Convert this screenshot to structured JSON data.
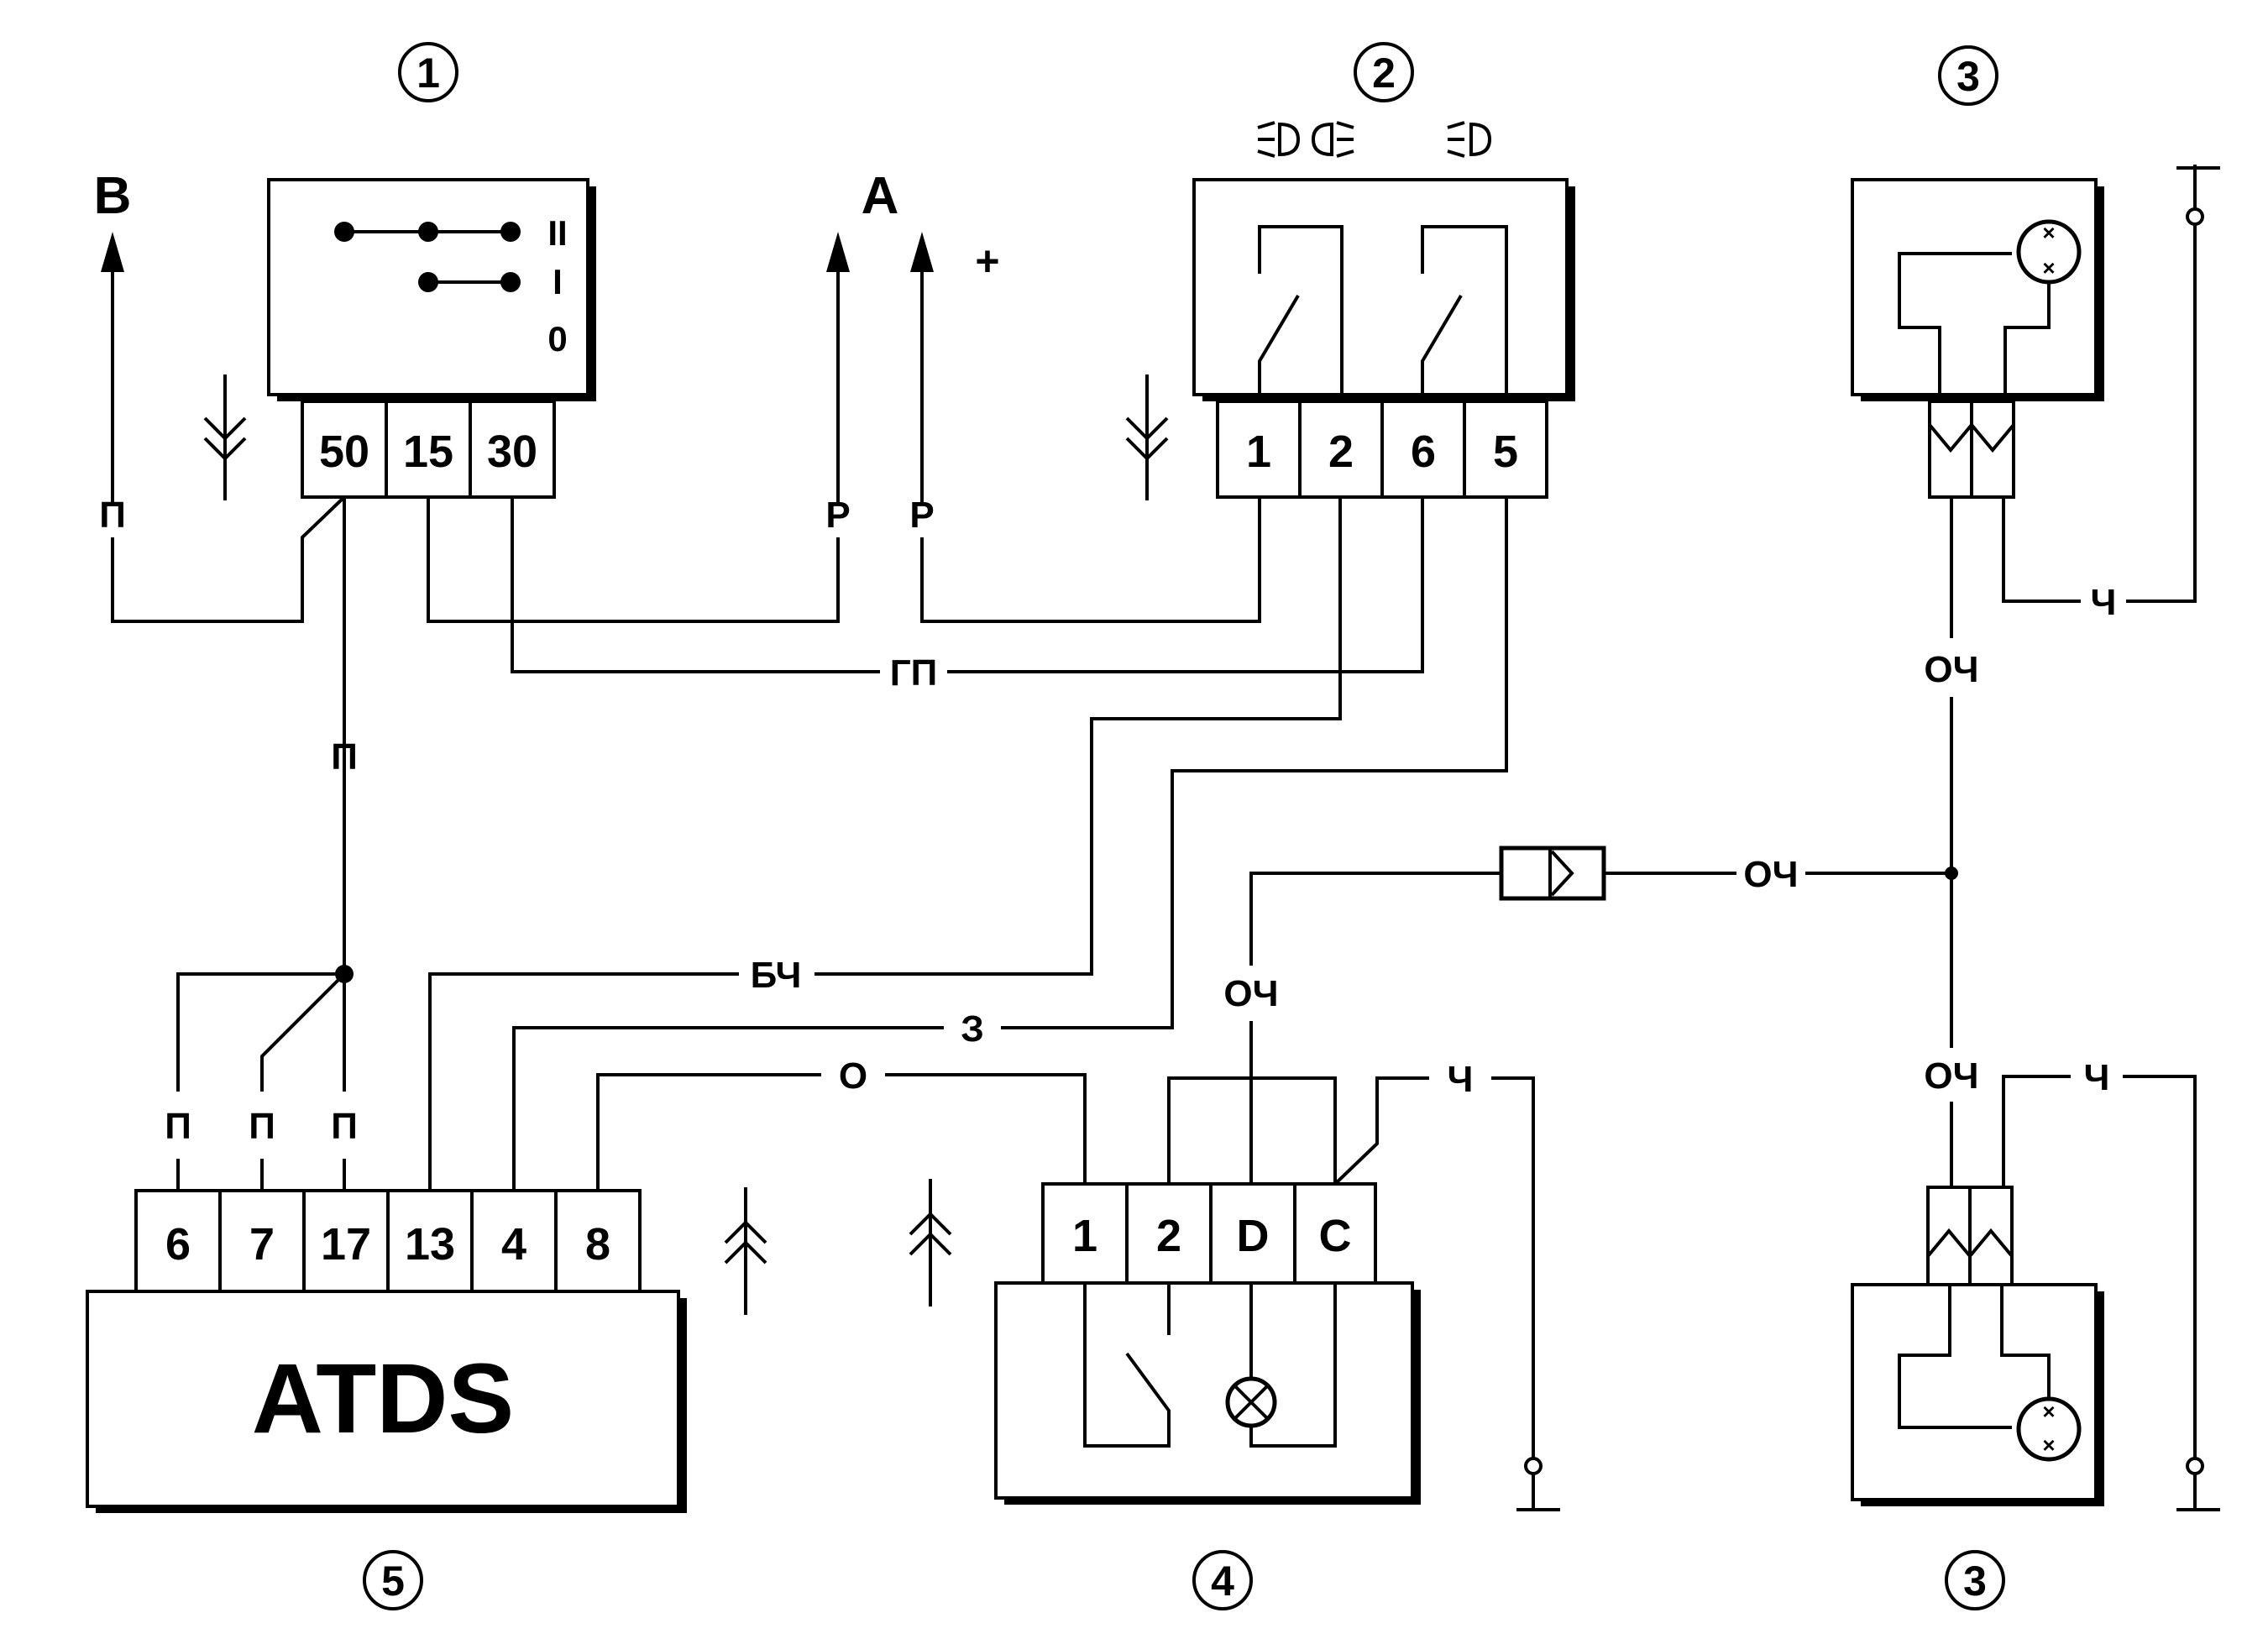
{
  "components": {
    "c1": {
      "number": "1",
      "pins": [
        "50",
        "15",
        "30"
      ],
      "positions": [
        "II",
        "I",
        "0"
      ]
    },
    "c2": {
      "number": "2",
      "pins": [
        "1",
        "2",
        "6",
        "5"
      ]
    },
    "c3_top": {
      "number": "3"
    },
    "c3_bottom": {
      "number": "3"
    },
    "c4": {
      "number": "4",
      "pins": [
        "1",
        "2",
        "D",
        "C"
      ]
    },
    "c5": {
      "number": "5",
      "title": "ATDS",
      "pins": [
        "6",
        "7",
        "17",
        "13",
        "4",
        "8"
      ]
    }
  },
  "terminals": {
    "b": "B",
    "a": "A",
    "plus": "+"
  },
  "wire_labels": {
    "p_left": "П",
    "p_mid": "П",
    "r1": "Р",
    "r2": "Р",
    "gp": "ГП",
    "bch": "БЧ",
    "z": "З",
    "o": "О",
    "p6": "П",
    "p7": "П",
    "p17": "П",
    "ch_top": "Ч",
    "och_top": "ОЧ",
    "och_junction": "ОЧ",
    "och_c4": "ОЧ",
    "ch_c4": "Ч",
    "och_bottom": "ОЧ",
    "ch_bottom": "Ч"
  }
}
